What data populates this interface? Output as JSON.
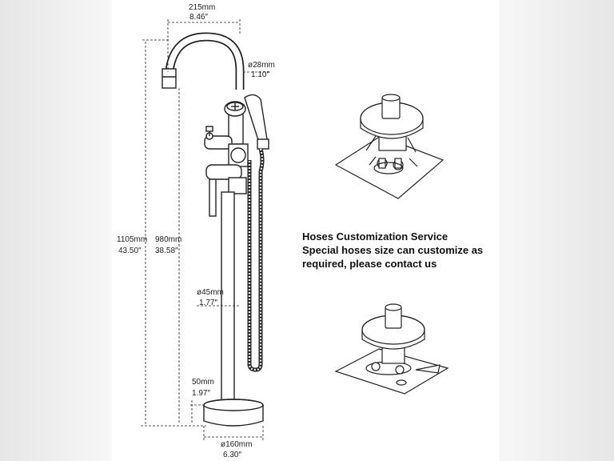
{
  "dimensions": {
    "spout_reach": {
      "mm": "215mm",
      "inch": "8.46″"
    },
    "spout_diameter": {
      "mm": "ø28mm",
      "inch": "1.10″"
    },
    "total_height": {
      "mm": "1105mm",
      "inch": "43.50″"
    },
    "spout_height": {
      "mm": "980mm",
      "inch": "38.58″"
    },
    "pipe_diameter": {
      "mm": "ø45mm",
      "inch": "1.77″"
    },
    "base_height": {
      "mm": "50mm",
      "inch": "1.97″"
    },
    "base_diameter": {
      "mm": "ø160mm",
      "inch": "6.30″"
    }
  },
  "service": {
    "title": "Hoses Customization Service",
    "line1": "Special hoses size can customize as",
    "line2": "required, please contact us"
  },
  "colors": {
    "ink": "#222222",
    "sheet": "#ffffff",
    "backdrop": "#eeeeee"
  }
}
